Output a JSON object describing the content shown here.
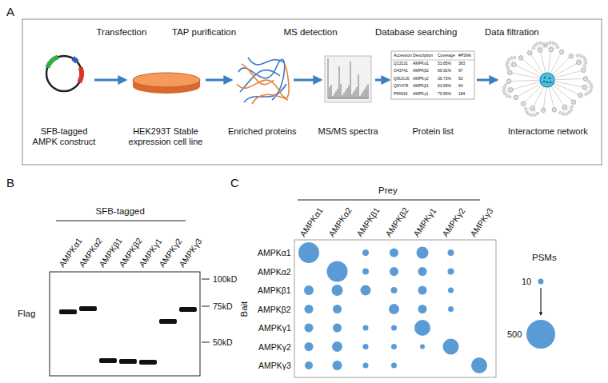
{
  "diagram": {
    "nodes": [
      {
        "text": [
          "SFB-tagged AMPK construct"
        ]
      },
      {
        "text": [
          "HEK293T Stable expression cell line"
        ]
      },
      {
        "text": [
          "Enriched proteins"
        ]
      },
      {
        "text": [
          "MS/MS spectra"
        ]
      },
      {
        "text": [
          "Protein list"
        ]
      },
      {
        "text": [
          "Interactome network"
        ]
      }
    ],
    "edges": [
      {
        "from": 0,
        "to": 1,
        "arrow": "to"
      },
      {
        "from": 1,
        "to": 2,
        "arrow": "to"
      },
      {
        "from": 2,
        "to": 3,
        "arrow": "to"
      },
      {
        "from": 3,
        "to": 4,
        "arrow": "to"
      },
      {
        "from": 4,
        "to": 5,
        "arrow": "to"
      }
    ],
    "labels": [
      "A",
      "Transfection",
      "TAP purification",
      "MS detection",
      "Database searching",
      "Data filtration",
      "Accession",
      "Description",
      "Coverage",
      "#PSMs",
      "Q13131",
      "AMPKα1",
      "53.85%",
      "383",
      "O43741",
      "AMPKβ2",
      "66.91%",
      "97",
      "Q9UGJ0",
      "AMPKγ2",
      "36.73%",
      "63",
      "Q9Y478",
      "AMPKβ1",
      "63.59%",
      "64",
      "P54619",
      "AMPKγ1",
      "79.55%",
      "184",
      "B",
      "SFB-tagged",
      "AMPKα1",
      "AMPKα2",
      "AMPKβ1",
      "AMPKβ2",
      "AMPKγ1",
      "AMPKγ2",
      "AMPKγ3",
      "Flag",
      "100kD",
      "75kD",
      "50kD",
      "C",
      "Prey",
      "AMPKα1",
      "AMPKα2",
      "AMPKβ1",
      "AMPKβ2",
      "AMPKγ1",
      "AMPKγ2",
      "AMPKγ3",
      "Bait",
      "AMPKα1",
      "AMPKα2",
      "AMPKβ1",
      "AMPKβ2",
      "AMPKγ1",
      "AMPKγ2",
      "AMPKγ3",
      "PSMs"
    ],
    "legend": [
      {
        "text": "10"
      },
      {
        "text": "500"
      }
    ]
  }
}
